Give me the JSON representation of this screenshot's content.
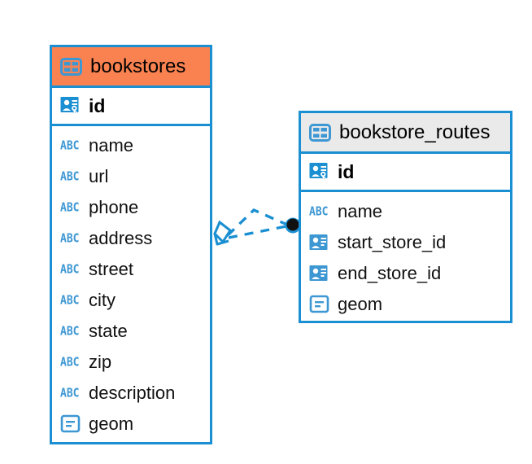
{
  "diagram": {
    "type": "entity-relationship-diagram",
    "background": "#ffffff",
    "accent_blue": "#1a8fd1",
    "icon_blue": "#3d97d3",
    "highlight_orange": "#fa8250",
    "header_gray": "#eaeaea",
    "endpoint_dark": "#111111"
  },
  "tables": [
    {
      "id": "bookstores",
      "title": "bookstores",
      "header_icon": "table-icon",
      "header_style": "orange",
      "primary_key": {
        "name": "id",
        "icon": "primary-key-icon"
      },
      "columns": [
        {
          "name": "name",
          "icon": "text-abc-icon"
        },
        {
          "name": "url",
          "icon": "text-abc-icon"
        },
        {
          "name": "phone",
          "icon": "text-abc-icon"
        },
        {
          "name": "address",
          "icon": "text-abc-icon"
        },
        {
          "name": "street",
          "icon": "text-abc-icon"
        },
        {
          "name": "city",
          "icon": "text-abc-icon"
        },
        {
          "name": "state",
          "icon": "text-abc-icon"
        },
        {
          "name": "zip",
          "icon": "text-abc-icon"
        },
        {
          "name": "description",
          "icon": "text-abc-icon"
        },
        {
          "name": "geom",
          "icon": "geometry-icon"
        }
      ]
    },
    {
      "id": "bookstore_routes",
      "title": "bookstore_routes",
      "header_icon": "table-icon",
      "header_style": "gray",
      "primary_key": {
        "name": "id",
        "icon": "primary-key-icon"
      },
      "columns": [
        {
          "name": "name",
          "icon": "text-abc-icon"
        },
        {
          "name": "start_store_id",
          "icon": "foreign-key-icon"
        },
        {
          "name": "end_store_id",
          "icon": "foreign-key-icon"
        },
        {
          "name": "geom",
          "icon": "geometry-icon"
        }
      ]
    }
  ],
  "relationships": [
    {
      "from_table": "bookstores",
      "to_table": "bookstore_routes",
      "line_style": "dashed",
      "source_endpoint": "diamond-marker",
      "target_endpoint": "filled-circle-marker",
      "branches": 2
    }
  ]
}
